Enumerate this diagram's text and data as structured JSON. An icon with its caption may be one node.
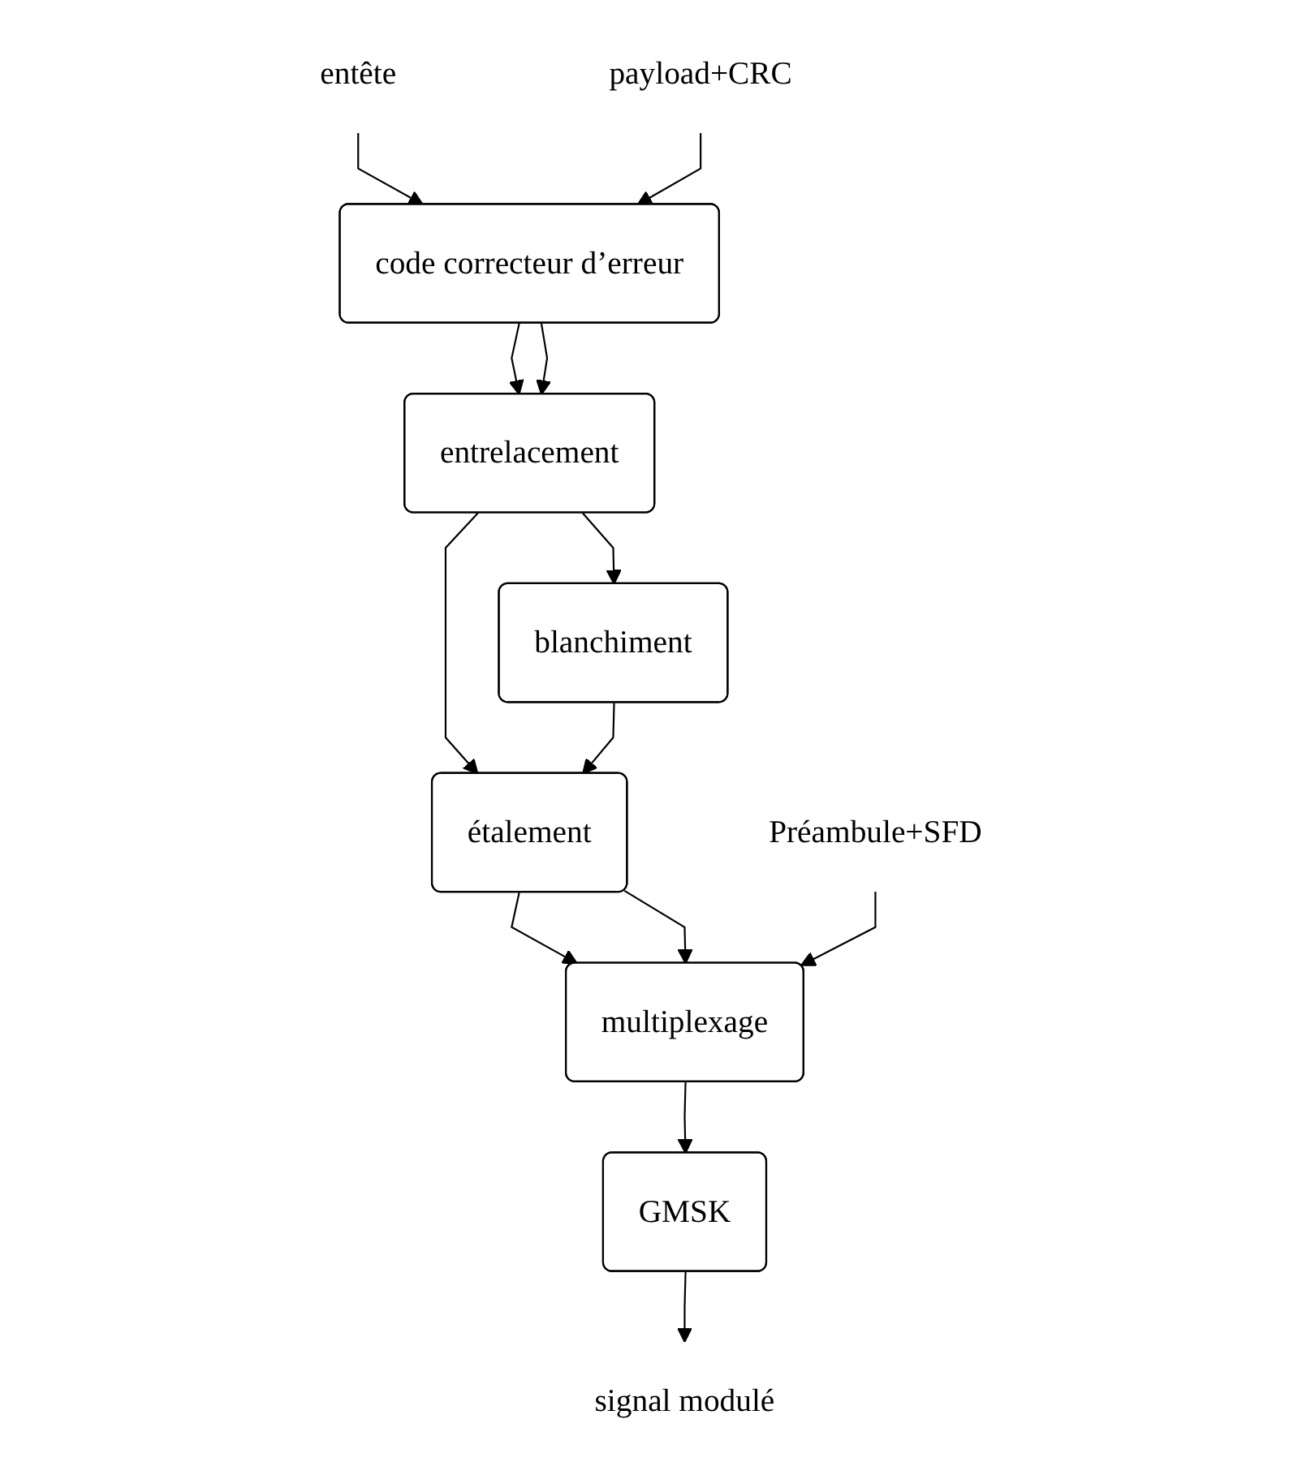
{
  "diagram": {
    "nodes": [
      {
        "text": [
          "entête"
        ]
      },
      {
        "text": [
          "payload+CRC"
        ]
      },
      {
        "text": [
          "code correcteur d’erreur"
        ]
      },
      {
        "text": [
          "entrelacement"
        ]
      },
      {
        "text": [
          "blanchiment"
        ]
      },
      {
        "text": [
          "étalement"
        ]
      },
      {
        "text": [
          "multiplexage"
        ]
      },
      {
        "text": [
          "Préambule+SFD"
        ]
      },
      {
        "text": [
          "GMSK"
        ]
      },
      {
        "text": [
          "signal modulé"
        ]
      }
    ],
    "edges": [
      {
        "from": 0,
        "to": 2,
        "arrow": "to"
      },
      {
        "from": 1,
        "to": 2,
        "arrow": "to"
      },
      {
        "from": 2,
        "to": 3,
        "arrow": "to"
      },
      {
        "from": 2,
        "to": 3,
        "arrow": "to"
      },
      {
        "from": 3,
        "to": 5,
        "arrow": "to"
      },
      {
        "from": 3,
        "to": 4,
        "arrow": "to"
      },
      {
        "from": 4,
        "to": 5,
        "arrow": "to"
      },
      {
        "from": 5,
        "to": 6,
        "arrow": "to"
      },
      {
        "from": 5,
        "to": 6,
        "arrow": "to"
      },
      {
        "from": 7,
        "to": 6,
        "arrow": "to"
      },
      {
        "from": 6,
        "to": 8,
        "arrow": "to"
      },
      {
        "from": 8,
        "to": 9,
        "arrow": "to"
      }
    ]
  }
}
